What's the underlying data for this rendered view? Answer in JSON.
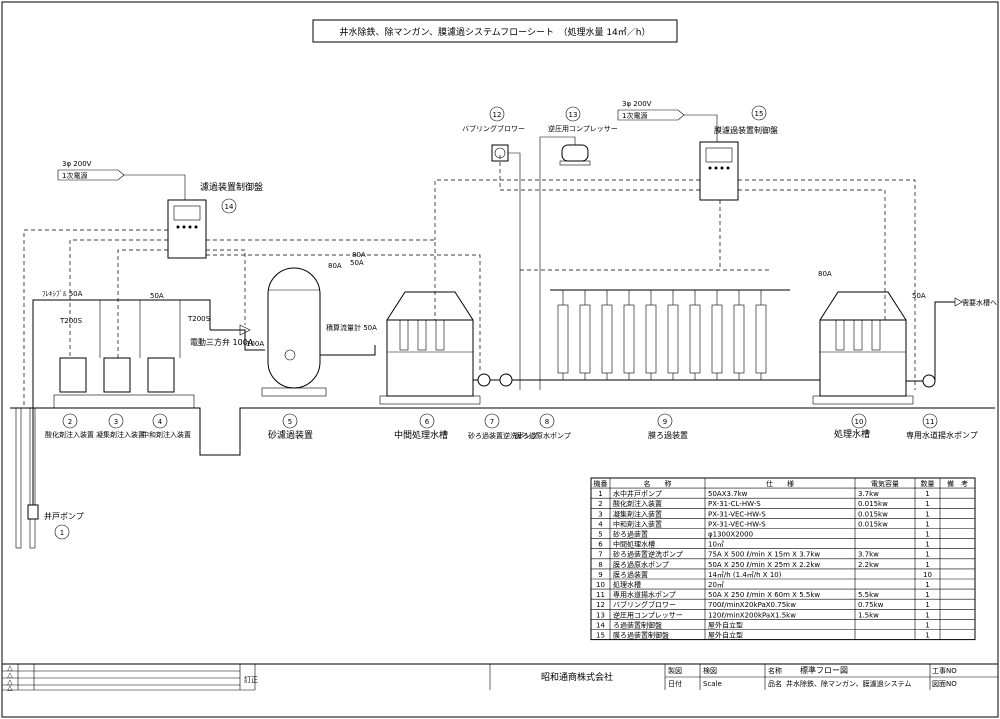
{
  "title": "井水除鉄、除マンガン、膜濾過システムフローシート　（処理水量 14㎥／h）",
  "power_labels": {
    "p1_voltage": "3φ 200V",
    "p1_source": "1次電源",
    "p2_voltage": "3φ 200V",
    "p2_source": "1次電源"
  },
  "panels": {
    "filter_panel": {
      "name": "濾過装置制御盤",
      "number": "14"
    },
    "membrane_panel": {
      "name": "膜濾過装置制御盤",
      "number": "15"
    }
  },
  "top_equipment": [
    {
      "number": "12",
      "name": "バブリングブロワー"
    },
    {
      "number": "13",
      "name": "逆圧用コンプレッサー"
    }
  ],
  "annotations": {
    "valve": "電動三方弁 100A",
    "flowmeter": "積算流量計 50A",
    "t200s_1": "T200S",
    "t200s_2": "T200S",
    "pipe1": "50A",
    "pipe2": "80A",
    "pipe3": "50A",
    "pipe4": "100A",
    "pipe5": "80A",
    "pipe6": "50A",
    "pipe7": "80A",
    "outlet": "需要水槽へ",
    "well_pipe": "ﾌﾚｷｼﾌﾞﾙ 50A"
  },
  "process_labels": [
    {
      "number": "2",
      "name": "酸化剤注入装置"
    },
    {
      "number": "3",
      "name": "凝集剤注入装置"
    },
    {
      "number": "4",
      "name": "中和剤注入装置"
    },
    {
      "number": "5",
      "name": "砂濾過装置"
    },
    {
      "number": "6",
      "name": "中間処理水槽"
    },
    {
      "number": "7",
      "name": "砂ろ過装置逆洗ポンプ"
    },
    {
      "number": "8",
      "name": "膜ろ過原水ポンプ"
    },
    {
      "number": "9",
      "name": "膜ろ過装置"
    },
    {
      "number": "10",
      "name": "処理水槽"
    },
    {
      "number": "11",
      "name": "専用水道揚水ポンプ"
    }
  ],
  "well": {
    "number": "1",
    "name": "井戸ポンプ"
  },
  "table": {
    "headers": [
      "機番",
      "名　　称",
      "仕　　様",
      "電気容量",
      "数量",
      "備　考"
    ],
    "rows": [
      [
        "1",
        "水中井戸ポンプ",
        "50AX3.7kw",
        "3.7kw",
        "1",
        ""
      ],
      [
        "2",
        "酸化剤注入装置",
        "PX-31-CL-HW-S",
        "0.015kw",
        "1",
        ""
      ],
      [
        "3",
        "凝集剤注入装置",
        "PX-31-VEC-HW-S",
        "0.015kw",
        "1",
        ""
      ],
      [
        "4",
        "中和剤注入装置",
        "PX-31-VEC-HW-S",
        "0.015kw",
        "1",
        ""
      ],
      [
        "5",
        "砂ろ過装置",
        "φ1300X2000",
        "",
        "1",
        ""
      ],
      [
        "6",
        "中間処理水槽",
        "10㎥",
        "",
        "1",
        ""
      ],
      [
        "7",
        "砂ろ過装置逆洗ポンプ",
        "75A X 500 ℓ/min X 15m X 3.7kw",
        "3.7kw",
        "1",
        ""
      ],
      [
        "8",
        "膜ろ過原水ポンプ",
        "50A X 250 ℓ/min X 25m X 2.2kw",
        "2.2kw",
        "1",
        ""
      ],
      [
        "9",
        "膜ろ過装置",
        "14㎥/h (1.4㎥/h X 10)",
        "",
        "10",
        ""
      ],
      [
        "10",
        "処理水槽",
        "20㎥",
        "",
        "1",
        ""
      ],
      [
        "11",
        "専用水道揚水ポンプ",
        "50A X 250 ℓ/min X 60m X 5.5kw",
        "5.5kw",
        "1",
        ""
      ],
      [
        "12",
        "バブリングブロワー",
        "700ℓ/minX20kPaX0.75kw",
        "0.75kw",
        "1",
        ""
      ],
      [
        "13",
        "逆圧用コンプレッサー",
        "120ℓ/minX200kPaX1.5kw",
        "1.5kw",
        "1",
        ""
      ],
      [
        "14",
        "ろ過装置制御盤",
        "屋外自立型",
        "",
        "1",
        ""
      ],
      [
        "15",
        "膜ろ過装置制御盤",
        "屋外自立型",
        "",
        "1",
        ""
      ]
    ]
  },
  "title_block": {
    "rev_marks": [
      "△",
      "△",
      "△",
      "△"
    ],
    "rev_col": "訂正",
    "company": "昭和通商株式会社",
    "drawn_label": "製図",
    "checked_label": "検図",
    "date_label": "日付",
    "scale_label": "Scale",
    "name_label": "名称",
    "drawing_name": "標準フロー図",
    "item_label": "品名",
    "item_name": "井水除鉄、除マンガン、膜濾過システム",
    "work_no_label": "工事NO",
    "drawing_no_label": "図面NO"
  }
}
